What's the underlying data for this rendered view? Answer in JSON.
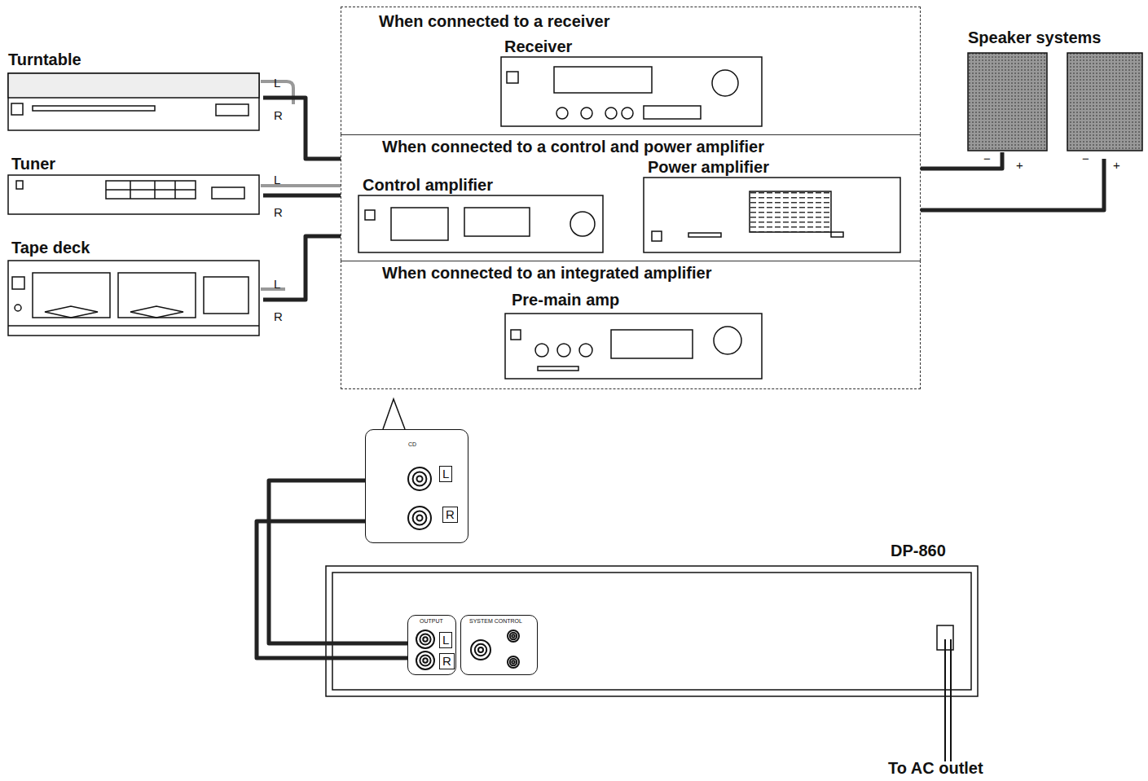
{
  "diagram": {
    "nodes": [
      {
        "text": [
          "Turntable"
        ]
      },
      {
        "text": [
          "Tuner"
        ]
      },
      {
        "text": [
          "Tape deck"
        ]
      },
      {
        "text": [
          "When connected to a receiver"
        ]
      },
      {
        "text": [
          "Receiver"
        ],
        "in": 3
      },
      {
        "text": [
          "When connected to a control and power amplifier"
        ]
      },
      {
        "text": [
          "Control amplifier"
        ],
        "in": 5
      },
      {
        "text": [
          "Power amplifier"
        ],
        "in": 5
      },
      {
        "text": [
          "When connected to an integrated amplifier"
        ]
      },
      {
        "text": [
          "Pre-main amp"
        ],
        "in": 8
      },
      {
        "text": [
          "Speaker systems"
        ]
      },
      {
        "text": [
          "CD",
          "L",
          "R"
        ]
      },
      {
        "text": [
          "DP-860"
        ]
      },
      {
        "text": [
          "OUTPUT",
          "L",
          "R"
        ],
        "in": 12
      },
      {
        "text": [
          "SYSTEM CONTROL"
        ],
        "in": 12
      }
    ],
    "edges": [
      {
        "from": 0,
        "to": 5,
        "arrow": "none"
      },
      {
        "from": 1,
        "to": 5,
        "arrow": "none"
      },
      {
        "from": 2,
        "to": 5,
        "arrow": "none"
      },
      {
        "from": 5,
        "to": 10,
        "arrow": "none"
      },
      {
        "from": 13,
        "to": 11,
        "arrow": "none"
      }
    ],
    "labels": [
      "L",
      "R",
      "L",
      "R",
      "L",
      "R",
      "−",
      "+",
      "−",
      "+",
      "To AC outlet"
    ]
  }
}
